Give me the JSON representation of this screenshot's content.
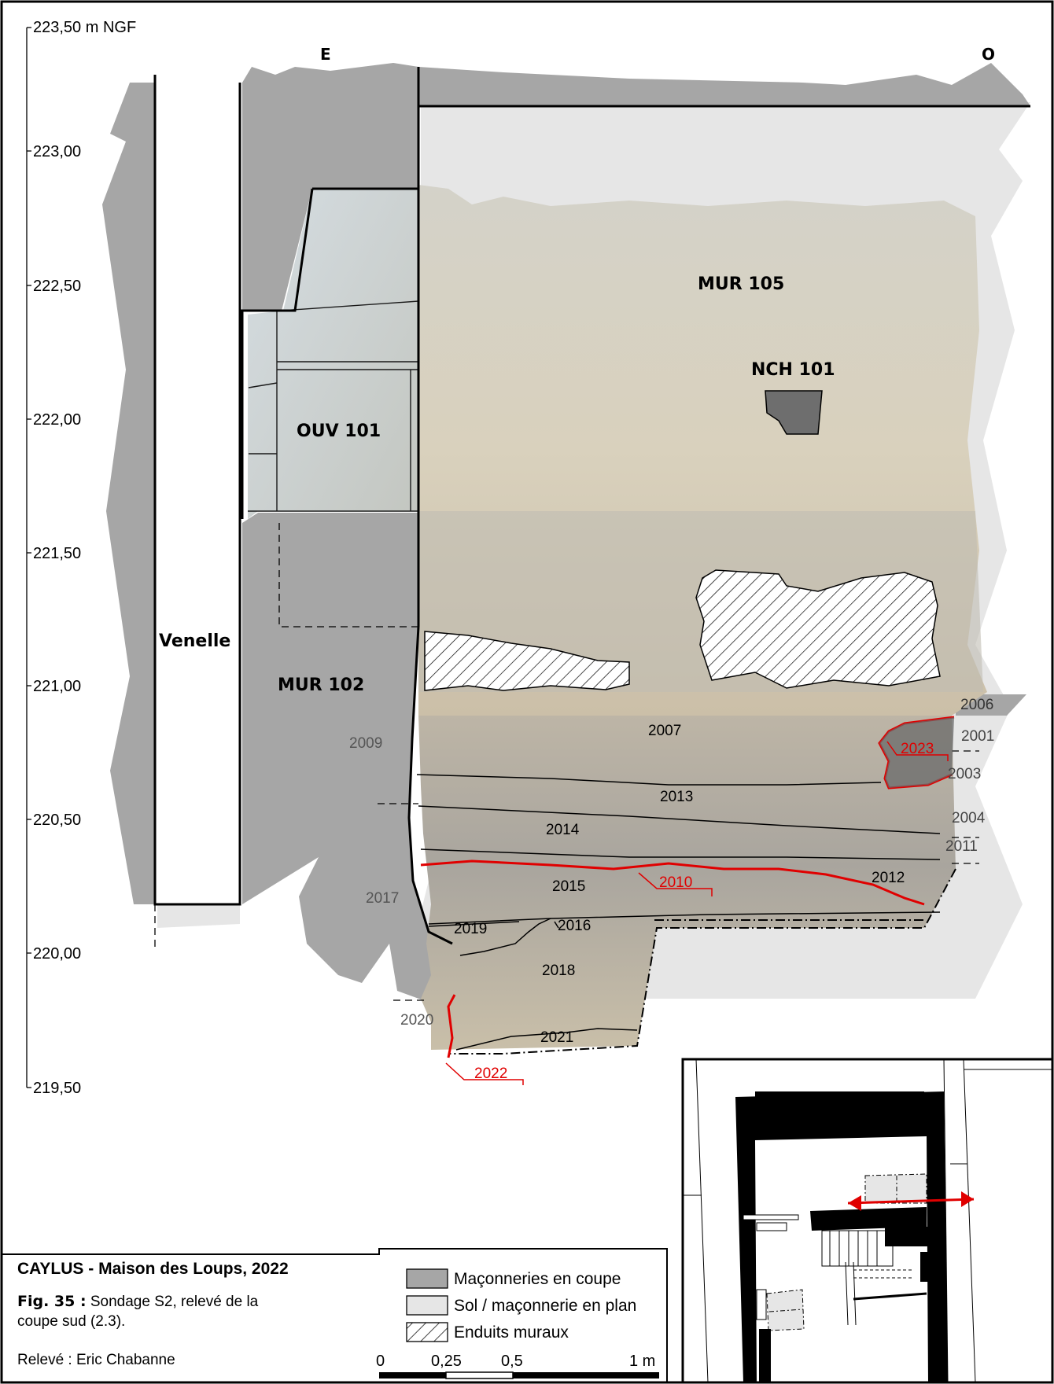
{
  "scale": {
    "unit_label": "223,50 m NGF",
    "ticks": [
      "223,00",
      "222,50",
      "222,00",
      "221,50",
      "221,00",
      "220,50",
      "220,00",
      "219,50"
    ]
  },
  "orientation": {
    "east": "E",
    "west": "O"
  },
  "structures": {
    "venelle": "Venelle",
    "mur102": "MUR 102",
    "mur105": "MUR 105",
    "ouv101": "OUV 101",
    "nch101": "NCH 101"
  },
  "units": {
    "u2006": "2006",
    "u2001": "2001",
    "u2003": "2003",
    "u2004": "2004",
    "u2011": "2011",
    "u2007": "2007",
    "u2009": "2009",
    "u2013": "2013",
    "u2014": "2014",
    "u2015": "2015",
    "u2012": "2012",
    "u2017": "2017",
    "u2016": "2016",
    "u2019": "2019",
    "u2018": "2018",
    "u2020": "2020",
    "u2021": "2021",
    "u2023": "2023",
    "u2010": "2010",
    "u2022": "2022"
  },
  "legend": {
    "items": [
      "Maçonneries en coupe",
      "Sol / maçonnerie en plan",
      "Enduits muraux"
    ],
    "scalebar": [
      "0",
      "0,25",
      "0,5",
      "1 m"
    ]
  },
  "caption": {
    "title": "CAYLUS - Maison des Loups, 2022",
    "fig_label": "Fig. 35 :",
    "fig_text": "Sondage S2, relevé de la coupe sud (2.3).",
    "credit": "Relevé : Eric Chabanne"
  },
  "colors": {
    "masonry": "#a6a6a6",
    "floor": "#e6e6e6",
    "red": "#e00000",
    "wall_photo": "#dcd6c6"
  }
}
